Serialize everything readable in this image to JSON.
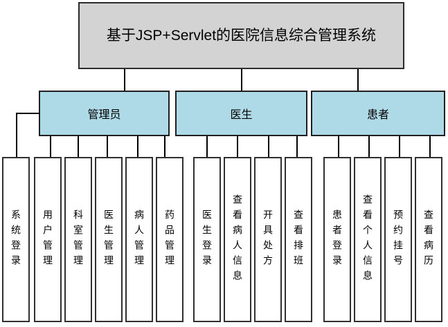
{
  "root": {
    "title": "基于JSP+Servlet的医院信息综合管理系统"
  },
  "groups": [
    {
      "label": "管理员",
      "children": [
        "系统登录",
        "用户管理",
        "科室管理",
        "医生管理",
        "病人管理",
        "药品管理"
      ]
    },
    {
      "label": "医生",
      "children": [
        "医生登录",
        "查看病人信息",
        "开具处方",
        "查看排班"
      ]
    },
    {
      "label": "患者",
      "children": [
        "患者登录",
        "查看个人信息",
        "预约挂号",
        "查看病历"
      ]
    }
  ],
  "colors": {
    "root_fill": "#d3d3d3",
    "group_fill": "#aed9e6",
    "leaf_fill": "#ffffff",
    "box_border": "#2b2b2b",
    "connector": "#000000",
    "background": "#ffffff"
  }
}
